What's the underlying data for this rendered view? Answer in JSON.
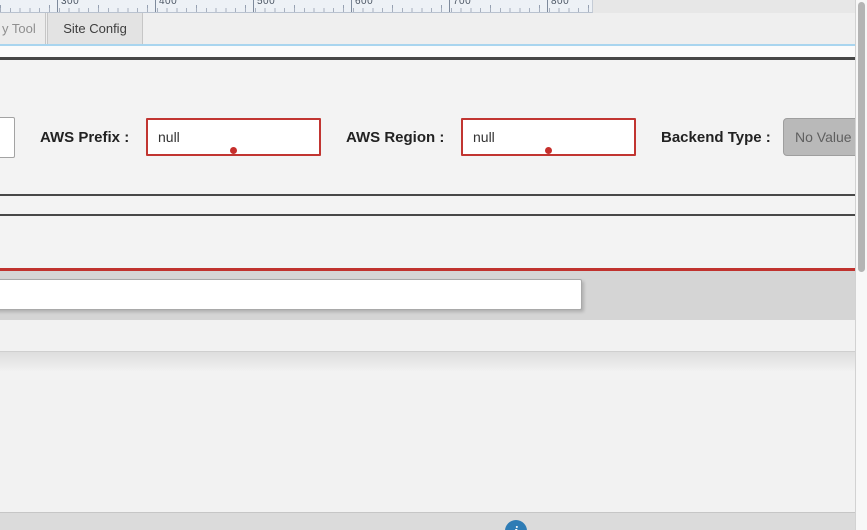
{
  "ruler": {
    "labels": [
      "300",
      "400",
      "500",
      "600",
      "700",
      "800"
    ]
  },
  "tabs": {
    "items": [
      {
        "label": "y Tool",
        "active": false
      },
      {
        "label": "Site Config",
        "active": true
      }
    ]
  },
  "form": {
    "aws_prefix": {
      "label": "AWS Prefix :",
      "value": "null"
    },
    "aws_region": {
      "label": "AWS Region :",
      "value": "null"
    },
    "backend_type": {
      "label": "Backend Type :",
      "value": "No Value"
    }
  },
  "bottom_input": {
    "value": ""
  },
  "footer": {
    "info_glyph": "i"
  },
  "colors": {
    "error_border": "#c13531",
    "error_dot": "#c62f2c",
    "tab_accent_line": "#a9d5ef",
    "red_divider": "#c0322e",
    "dark_divider": "#474747",
    "info_button": "#2e7cb5",
    "disabled_value_bg": "#b9b9b9"
  }
}
